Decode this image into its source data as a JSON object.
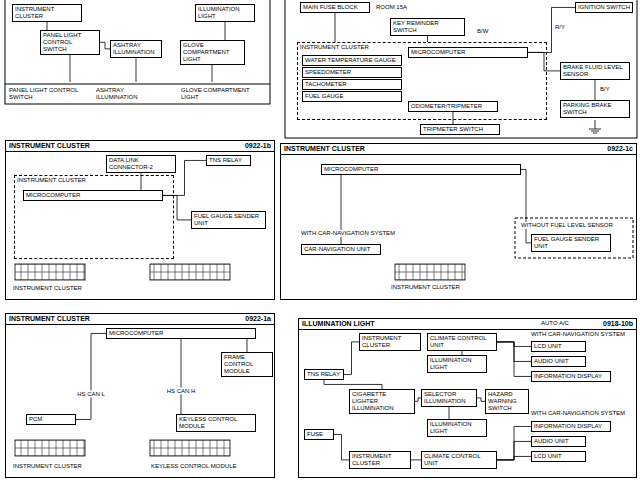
{
  "diagram": {
    "nodes": [
      {
        "text": [
          "INSTRUMENT CLUSTER"
        ]
      },
      {
        "text": [
          "PANEL LIGHT CONTROL SWITCH"
        ]
      },
      {
        "text": [
          "ASHTRAY ILLUMINATION"
        ]
      },
      {
        "text": [
          "GLOVE COMPARTMENT LIGHT"
        ]
      },
      {
        "text": [
          "ILLUMINATION LIGHT"
        ]
      },
      {
        "text": [
          "MAIN FUSE BLOCK"
        ]
      },
      {
        "text": [
          "KEY REMINDER SWITCH"
        ]
      },
      {
        "text": [
          "INSTRUMENT CLUSTER"
        ]
      },
      {
        "text": [
          "WATER TEMPERATURE GAUGE"
        ],
        "in": 7
      },
      {
        "text": [
          "SPEEDOMETER"
        ],
        "in": 7
      },
      {
        "text": [
          "TACHOMETER"
        ],
        "in": 7
      },
      {
        "text": [
          "FUEL GAUGE"
        ],
        "in": 7
      },
      {
        "text": [
          "MICROCOMPUTER"
        ],
        "in": 7
      },
      {
        "text": [
          "ODOMETER/TRIPMETER"
        ],
        "in": 7
      },
      {
        "text": [
          "TRIPMETER SWITCH"
        ]
      },
      {
        "text": [
          "IGNITION SWITCH"
        ]
      },
      {
        "text": [
          "BRAKE FLUID LEVEL SENSOR"
        ]
      },
      {
        "text": [
          "PARKING BRAKE SWITCH"
        ]
      },
      {
        "text": [
          "INSTRUMENT CLUSTER",
          "0922-1b"
        ]
      },
      {
        "text": [
          "DATA LINK CONNECTOR-2"
        ],
        "in": 18
      },
      {
        "text": [
          "TNS RELAY"
        ],
        "in": 18
      },
      {
        "text": [
          "INSTRUMENT CLUSTER"
        ],
        "in": 18
      },
      {
        "text": [
          "MICROCOMPUTER"
        ],
        "in": 21
      },
      {
        "text": [
          "FUEL GAUGE SENDER UNIT"
        ],
        "in": 18
      },
      {
        "text": [
          "INSTRUMENT CLUSTER",
          "0922-1c"
        ]
      },
      {
        "text": [
          "MICROCOMPUTER"
        ],
        "in": 24
      },
      {
        "text": [
          "CAR-NAVIGATION UNIT"
        ],
        "in": 24
      },
      {
        "text": [
          "FUEL GAUGE SENDER UNIT"
        ],
        "in": 24
      },
      {
        "text": [
          "INSTRUMENT CLUSTER",
          "0922-1a"
        ]
      },
      {
        "text": [
          "MICROCOMPUTER"
        ],
        "in": 28
      },
      {
        "text": [
          "FRAME CONTROL MODULE"
        ],
        "in": 28
      },
      {
        "text": [
          "PCM"
        ],
        "in": 28
      },
      {
        "text": [
          "KEYLESS CONTROL MODULE"
        ],
        "in": 28
      },
      {
        "text": [
          "ILLUMINATION LIGHT",
          "0918-10b"
        ]
      },
      {
        "text": [
          "INSTRUMENT CLUSTER"
        ],
        "in": 33
      },
      {
        "text": [
          "CLIMATE CONTROL UNIT"
        ],
        "in": 33
      },
      {
        "text": [
          "LCD UNIT"
        ],
        "in": 33
      },
      {
        "text": [
          "AUDIO UNIT"
        ],
        "in": 33
      },
      {
        "text": [
          "INFORMATION DISPLAY"
        ],
        "in": 33
      },
      {
        "text": [
          "ILLUMINATION LIGHT"
        ],
        "in": 33
      },
      {
        "text": [
          "TNS RELAY"
        ],
        "in": 33
      },
      {
        "text": [
          "CIGARETTE LIGHTER ILLUMINATION"
        ],
        "in": 33
      },
      {
        "text": [
          "SELECTOR ILLUMINATION"
        ],
        "in": 33
      },
      {
        "text": [
          "HAZARD WARNING SWITCH"
        ],
        "in": 33
      },
      {
        "text": [
          "ILLUMINATION LIGHT"
        ],
        "in": 33
      },
      {
        "text": [
          "FUSE"
        ],
        "in": 33
      },
      {
        "text": [
          "INFORMATION DISPLAY"
        ],
        "in": 33
      },
      {
        "text": [
          "AUDIO UNIT"
        ],
        "in": 33
      },
      {
        "text": [
          "LCD UNIT"
        ],
        "in": 33
      },
      {
        "text": [
          "INSTRUMENT CLUSTER"
        ],
        "in": 33
      },
      {
        "text": [
          "CLIMATE CONTROL UNIT"
        ],
        "in": 33
      }
    ],
    "edges": [
      {
        "from": 0,
        "to": 1,
        "arrow": "none"
      },
      {
        "from": 1,
        "to": 2,
        "arrow": "none"
      },
      {
        "from": 4,
        "to": 3,
        "arrow": "none"
      },
      {
        "from": 5,
        "to": 7,
        "arrow": "none"
      },
      {
        "from": 6,
        "to": 7,
        "arrow": "none"
      },
      {
        "from": 15,
        "to": 12,
        "arrow": "none"
      },
      {
        "from": 12,
        "to": 16,
        "arrow": "none"
      },
      {
        "from": 16,
        "to": 17,
        "arrow": "none"
      },
      {
        "from": 13,
        "to": 14,
        "arrow": "none"
      },
      {
        "from": 19,
        "to": 22,
        "arrow": "none"
      },
      {
        "from": 20,
        "to": 22,
        "arrow": "none"
      },
      {
        "from": 22,
        "to": 23,
        "arrow": "none"
      },
      {
        "from": 25,
        "to": 26,
        "arrow": "none"
      },
      {
        "from": 25,
        "to": 27,
        "arrow": "none"
      },
      {
        "from": 29,
        "to": 30,
        "arrow": "none"
      },
      {
        "from": 29,
        "to": 31,
        "label": "HS CAN L",
        "arrow": "none"
      },
      {
        "from": 29,
        "to": 32,
        "label": "HS CAN H",
        "arrow": "none"
      },
      {
        "from": 40,
        "to": 34,
        "arrow": "none"
      },
      {
        "from": 40,
        "to": 41,
        "arrow": "none"
      },
      {
        "from": 35,
        "to": 36,
        "arrow": "none"
      },
      {
        "from": 35,
        "to": 37,
        "arrow": "none"
      },
      {
        "from": 35,
        "to": 38,
        "arrow": "none"
      },
      {
        "from": 35,
        "to": 39,
        "arrow": "none"
      },
      {
        "from": 41,
        "to": 42,
        "arrow": "none"
      },
      {
        "from": 42,
        "to": 43,
        "arrow": "none"
      },
      {
        "from": 42,
        "to": 44,
        "arrow": "none"
      },
      {
        "from": 45,
        "to": 49,
        "arrow": "none"
      },
      {
        "from": 49,
        "to": 50,
        "arrow": "none"
      },
      {
        "from": 50,
        "to": 46,
        "arrow": "none"
      },
      {
        "from": 50,
        "to": 47,
        "arrow": "none"
      },
      {
        "from": 50,
        "to": 48,
        "arrow": "none"
      }
    ],
    "labels": [
      "PANEL LIGHT CONTROL SWITCH",
      "ASHTRAY ILLUMINATION",
      "GLOVE COMPARTMENT LIGHT",
      "ROOM 15A",
      "B/W",
      "R/Y",
      "B/Y",
      "WITH CAR-NAVIGATION SYSTEM",
      "WITHOUT FUEL LEVEL SENSOR",
      "INSTRUMENT CLUSTER",
      "INSTRUMENT CLUSTER",
      "INSTRUMENT CLUSTER",
      "KEYLESS CONTROL MODULE",
      "AUTO A/C",
      "WITH CAR-NAVIGATION SYSTEM",
      "WITH CAR-NAVIGATION SYSTEM"
    ]
  }
}
